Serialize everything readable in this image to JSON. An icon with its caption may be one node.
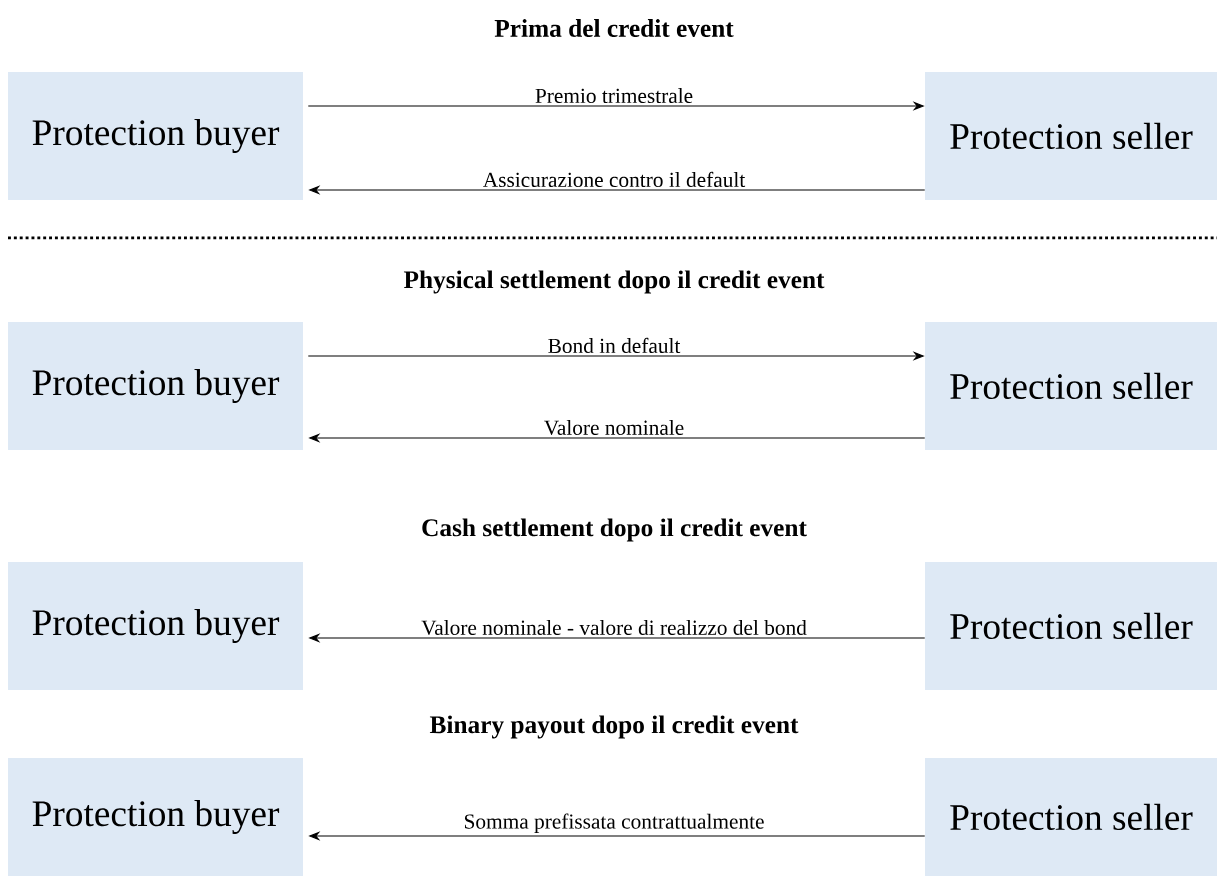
{
  "diagram": {
    "nodes": [
      {
        "text": [
          "Protection buyer"
        ]
      },
      {
        "text": [
          "Protection seller"
        ]
      },
      {
        "text": [
          "Protection buyer"
        ]
      },
      {
        "text": [
          "Protection seller"
        ]
      },
      {
        "text": [
          "Protection buyer"
        ]
      },
      {
        "text": [
          "Protection seller"
        ]
      },
      {
        "text": [
          "Protection buyer"
        ]
      },
      {
        "text": [
          "Protection seller"
        ]
      }
    ],
    "edges": [
      {
        "from": 0,
        "to": 1,
        "arrow": "to",
        "label": "Premio trimestrale"
      },
      {
        "from": 1,
        "to": 0,
        "arrow": "to",
        "label": "Assicurazione contro il default"
      },
      {
        "from": 2,
        "to": 3,
        "arrow": "to",
        "label": "Bond in default"
      },
      {
        "from": 3,
        "to": 2,
        "arrow": "to",
        "label": "Valore nominale"
      },
      {
        "from": 5,
        "to": 4,
        "arrow": "to",
        "label": "Valore nominale - valore di realizzo del bond"
      },
      {
        "from": 7,
        "to": 6,
        "arrow": "to",
        "label": "Somma prefissata contrattualmente"
      }
    ],
    "labels": [
      "Prima del credit event",
      "Physical settlement dopo il credit event",
      "Cash settlement dopo il credit event",
      "Binary payout dopo il credit event"
    ]
  }
}
